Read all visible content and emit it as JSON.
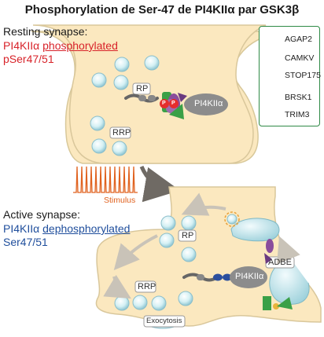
{
  "title": "Phosphorylation de Ser-47 de PI4KIIα par GSK3β",
  "resting": {
    "heading": "Resting synapse:",
    "line1_prefix": "PI4KIIα ",
    "line1_state": "phosphorylated",
    "line2": "pSer47/51"
  },
  "active": {
    "heading": "Active synapse:",
    "line1_prefix": "PI4KIIα ",
    "line1_state": "dephosphorylated",
    "line2": "Ser47/51"
  },
  "legend": {
    "items": [
      {
        "label": "AGAP2",
        "icon": "green-rectangle-icon"
      },
      {
        "label": "CAMKV",
        "icon": "green-triangle-icon"
      },
      {
        "label": "STOP175",
        "icon": "purple-rounded-rect-icon"
      },
      {
        "label": "BRSK1",
        "icon": "purple-oval-icon"
      },
      {
        "label": "TRIM3",
        "icon": "purple-wedge-icon"
      }
    ]
  },
  "labels": {
    "rp": "RP",
    "rrp": "RRP",
    "pi4k": "PI4KIIα",
    "phospho": "P",
    "stimulus": "Stimulus",
    "adbe": "ADBE",
    "exocytosis": "Exocytosis"
  },
  "colors": {
    "terminal_fill": "#fbe8bf",
    "terminal_stroke": "#d8c89a",
    "vesicle": "#bfe6ee",
    "agap2_green": "#3aa047",
    "purple": "#8a4d9c",
    "phospho_red": "#e52d2d",
    "stimulus_orange": "#e0621f",
    "legend_border": "#2f8a46",
    "red_text": "#d8232a",
    "blue_text": "#1f4e9c"
  }
}
